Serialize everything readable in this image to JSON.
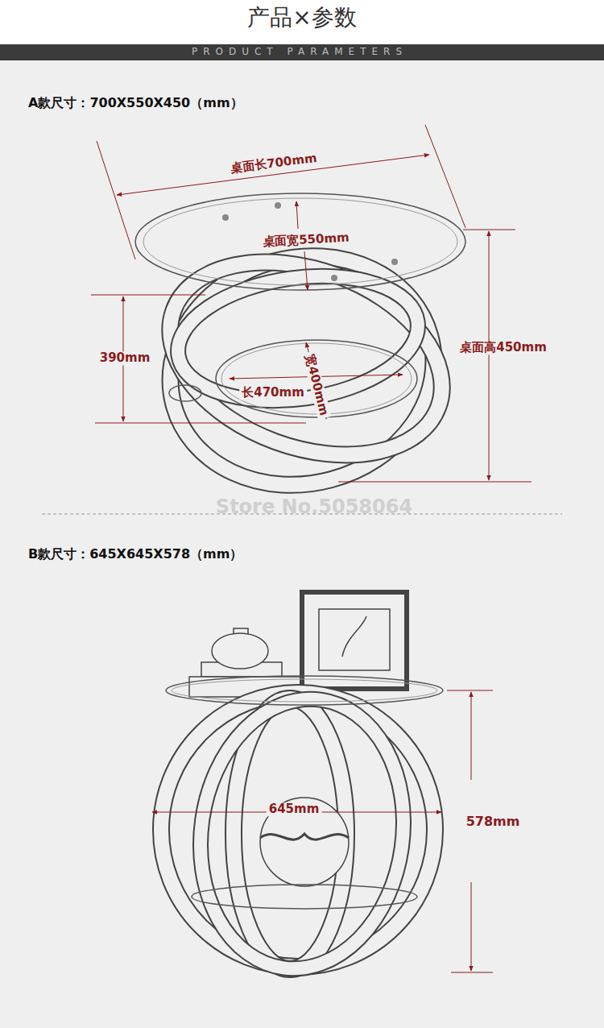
{
  "diagram": {
    "title": "产品×参数",
    "labels": [
      "PRODUCT PARAMETERS",
      "A款尺寸：700X550X450（mm）",
      "桌面长700mm",
      "桌面宽550mm",
      "390mm",
      "宽400mm",
      "长470mm",
      "桌面高450mm",
      "Store No.5058064",
      "B款尺寸：645X645X578（mm）",
      "645mm",
      "578mm"
    ]
  }
}
